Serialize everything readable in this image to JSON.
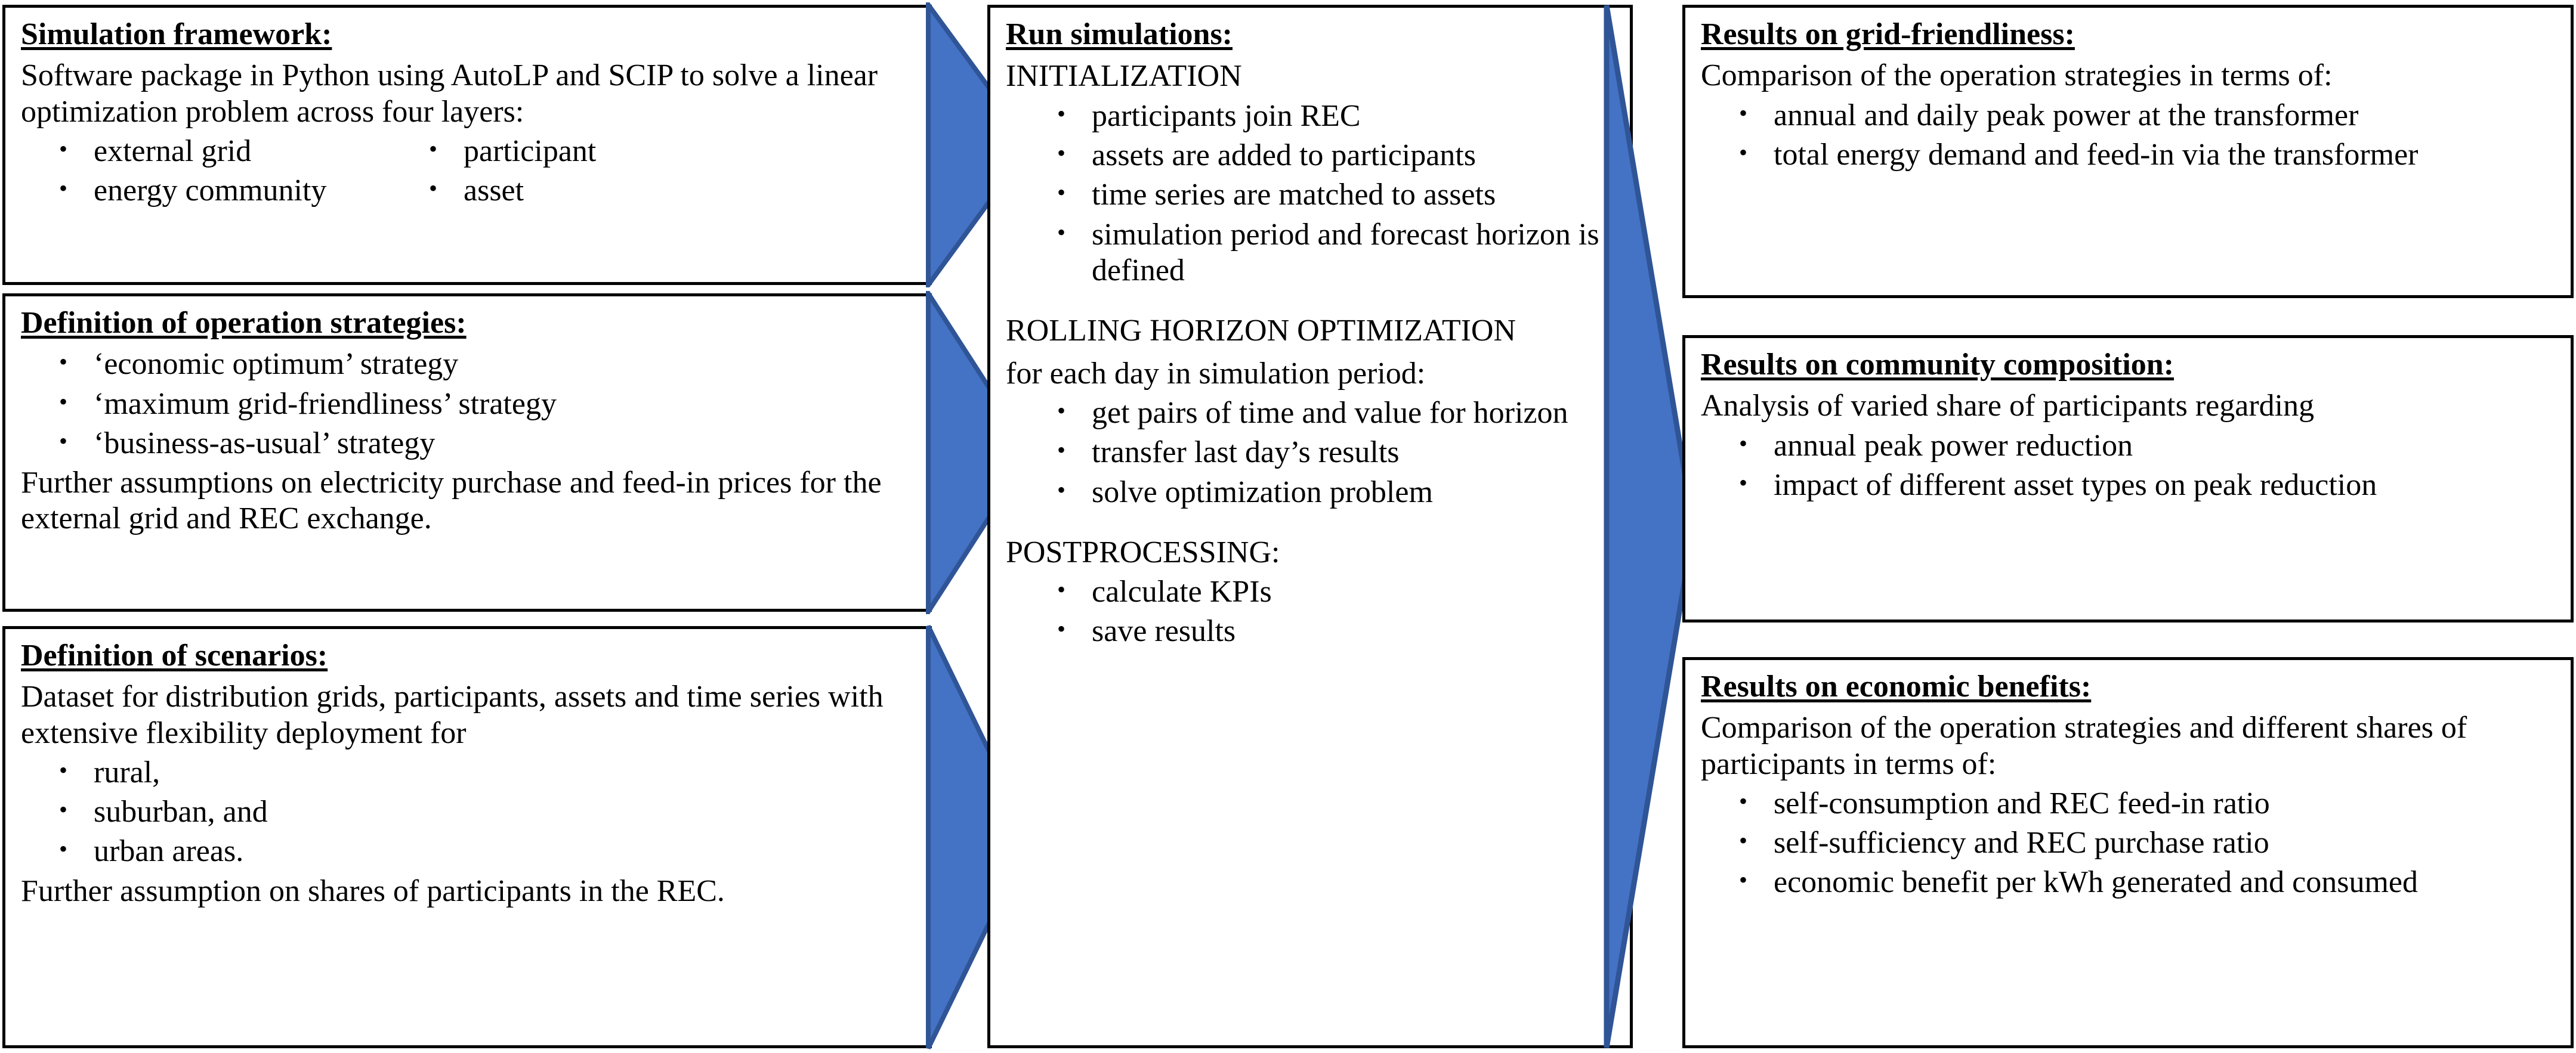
{
  "colors": {
    "arrow_fill": "#4472C4",
    "arrow_stroke": "#2F5597",
    "box_border": "#000000",
    "box_background": "#FFFFFF",
    "text": "#000000"
  },
  "left_column": {
    "boxes": [
      {
        "title": "Simulation framework:",
        "paragraphs": [
          "Software package in Python using AutoLP and SCIP to solve a linear optimization problem across four layers:"
        ],
        "bullets_col_a": [
          "external grid",
          "energy community"
        ],
        "bullets_col_b": [
          "participant",
          "asset"
        ]
      },
      {
        "title": "Definition of operation strategies:",
        "bullets": [
          "‘economic optimum’ strategy",
          "‘maximum grid-friendliness’ strategy",
          "‘business-as-usual’ strategy"
        ],
        "paragraphs": [
          "Further assumptions on electricity purchase and feed-in prices for the external grid and REC exchange."
        ]
      },
      {
        "title": "Definition of scenarios:",
        "paragraphs_before": [
          "Dataset for distribution grids, participants, assets and time series with extensive flexibility deployment for"
        ],
        "bullets": [
          "rural,",
          "suburban, and",
          "urban areas."
        ],
        "paragraphs_after": [
          "Further assumption on shares of participants in the REC."
        ]
      }
    ]
  },
  "middle_column": {
    "box": {
      "title": "Run simulations:",
      "sections": [
        {
          "label": "INITIALIZATION",
          "bullets": [
            "participants join REC",
            "assets are added to participants",
            "time series are matched to assets",
            "simulation period and forecast horizon is defined"
          ]
        },
        {
          "label": "ROLLING HORIZON OPTIMIZATION",
          "sublabel": "for each day in simulation period:",
          "bullets": [
            "get pairs of time and value for horizon",
            "transfer last day’s results",
            "solve optimization problem"
          ]
        },
        {
          "label": "POSTPROCESSING:",
          "bullets": [
            "calculate KPIs",
            "save results"
          ]
        }
      ]
    }
  },
  "right_column": {
    "boxes": [
      {
        "title": "Results on grid-friendliness:",
        "paragraphs": [
          "Comparison of the operation strategies in terms of:"
        ],
        "bullets": [
          "annual and daily peak power at the transformer",
          "total energy demand and feed-in via the transformer"
        ]
      },
      {
        "title": "Results on community composition:",
        "paragraphs": [
          "Analysis of varied share of participants regarding"
        ],
        "bullets": [
          "annual peak power reduction",
          "impact of different asset types on peak reduction"
        ]
      },
      {
        "title": "Results on economic benefits:",
        "paragraphs": [
          "Comparison of the operation strategies and different shares of participants in terms of:"
        ],
        "bullets": [
          "self-consumption and REC feed-in ratio",
          "self-sufficiency and REC purchase ratio",
          "economic benefit per kWh generated and consumed"
        ]
      }
    ]
  },
  "arrows": [
    {
      "name": "arrow-left-1",
      "direction": "right"
    },
    {
      "name": "arrow-left-2",
      "direction": "right"
    },
    {
      "name": "arrow-left-3",
      "direction": "right"
    },
    {
      "name": "arrow-right",
      "direction": "right"
    }
  ]
}
